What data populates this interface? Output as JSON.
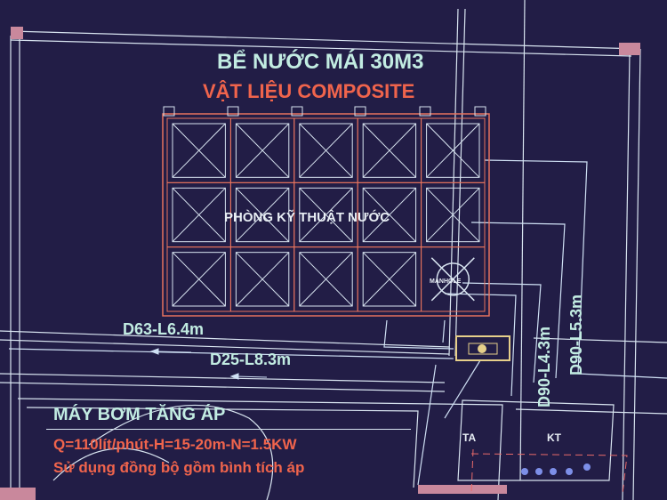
{
  "drawing": {
    "title": "BỂ NƯỚC MÁI 30M3",
    "subtitle": "VẬT LIỆU COMPOSITE",
    "room_label": "PHÒNG KỸ THUẬT NƯỚC",
    "manhole_label": "MANHOLE",
    "pipe_labels": {
      "d63": "D63-L6.4m",
      "d25": "D25-L8.3m",
      "d90a": "D90-L4.3m",
      "d90b": "D90-L5.3m"
    },
    "pump": {
      "title": "MÁY BƠM TĂNG ÁP",
      "spec": "Q=110lít/phút-H=15-20m-N=1.5KW",
      "note": "Sử dụng đồng bộ gồm bình tích áp"
    },
    "markers": {
      "ta": "TA",
      "kt": "KT"
    },
    "tank_grid": {
      "columns": 5,
      "rows": 3
    },
    "colors": {
      "background": "#221d46",
      "cyan_text": "#c2ece2",
      "red_text": "#f0644c",
      "tank_outline": "#e8735e",
      "lines": "#d8e4f0",
      "wall": "#c9889c"
    }
  }
}
